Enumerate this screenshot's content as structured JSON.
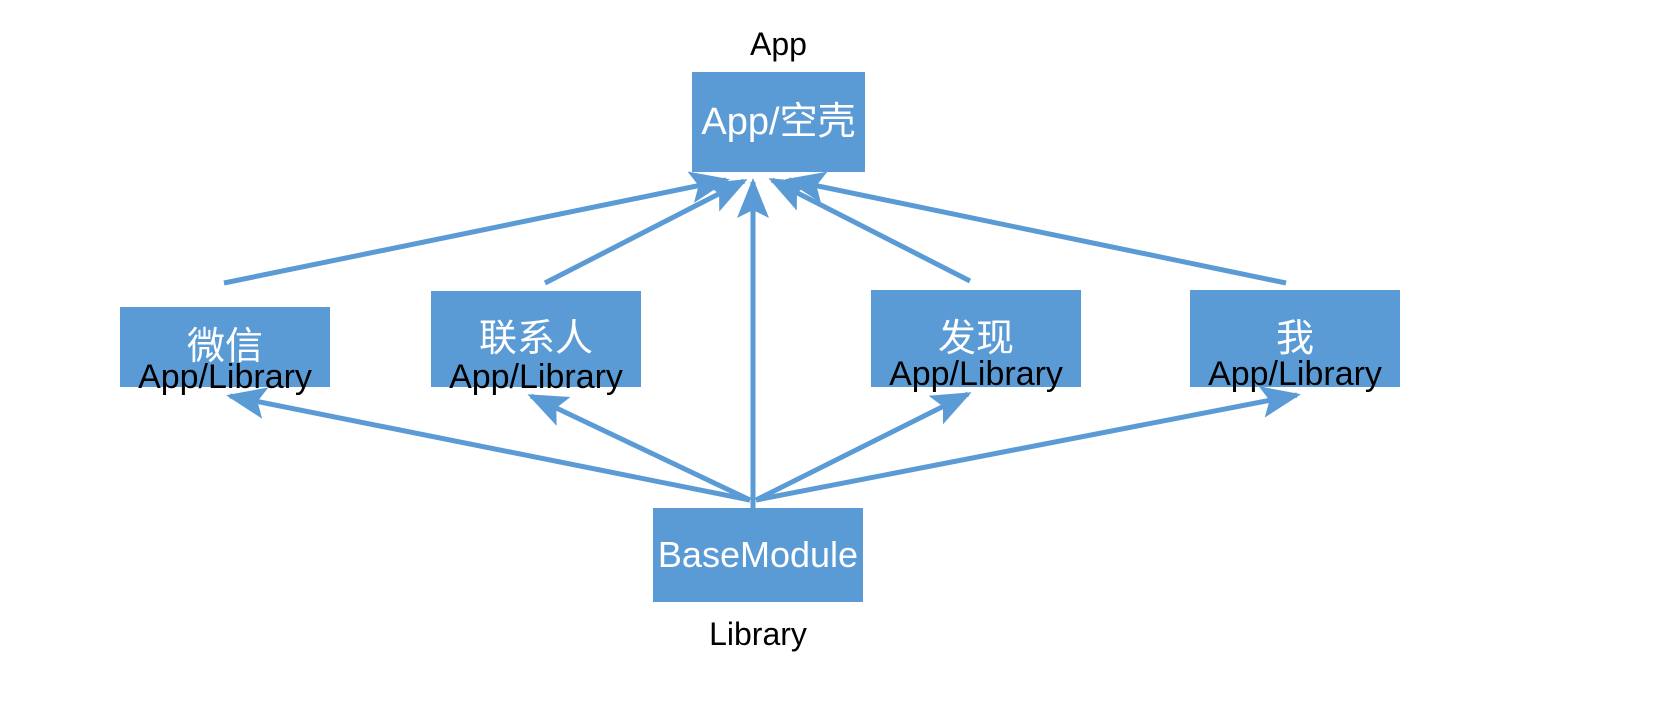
{
  "diagram": {
    "title": "App modular architecture diagram",
    "colors": {
      "node_fill": "#5B9BD5",
      "arrow": "#5B9BD5",
      "node_text": "#FFFFFF",
      "outer_text": "#000000",
      "background": "#FFFFFF"
    },
    "top_label": "App",
    "bottom_label": "Library",
    "app_node": {
      "label": "App/空壳"
    },
    "base_node": {
      "label": "BaseModule"
    },
    "modules": [
      {
        "name": "微信",
        "type": "App/Library"
      },
      {
        "name": "联系人",
        "type": "App/Library"
      },
      {
        "name": "发现",
        "type": "App/Library"
      },
      {
        "name": "我",
        "type": "App/Library"
      }
    ],
    "edges": [
      {
        "from": "微信",
        "to": "App/空壳"
      },
      {
        "from": "联系人",
        "to": "App/空壳"
      },
      {
        "from": "BaseModule",
        "to": "App/空壳"
      },
      {
        "from": "发现",
        "to": "App/空壳"
      },
      {
        "from": "我",
        "to": "App/空壳"
      },
      {
        "from": "BaseModule",
        "to": "微信"
      },
      {
        "from": "BaseModule",
        "to": "联系人"
      },
      {
        "from": "BaseModule",
        "to": "发现"
      },
      {
        "from": "BaseModule",
        "to": "我"
      }
    ]
  }
}
